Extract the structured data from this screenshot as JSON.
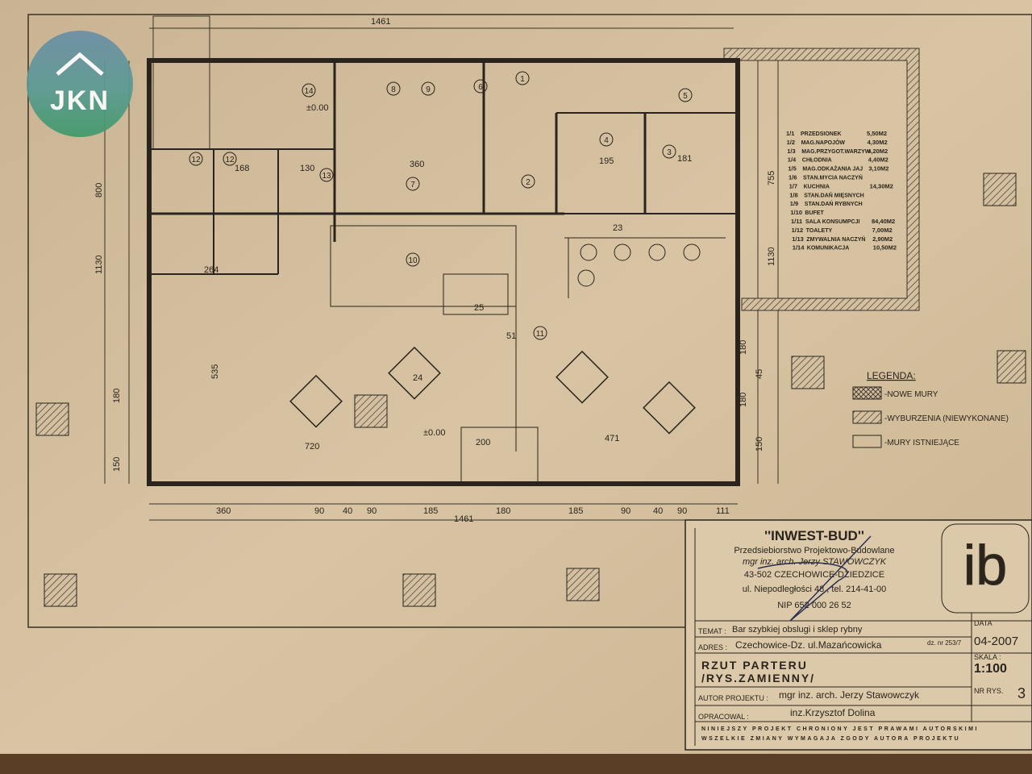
{
  "logo": {
    "text": "JKN"
  },
  "dimensions": {
    "top_total": "1461",
    "bottom_total": "1461",
    "left": [
      "800",
      "1130",
      "180",
      "150",
      "535"
    ],
    "right": [
      "755",
      "1130",
      "180",
      "45",
      "180",
      "150"
    ],
    "bottom": [
      "360",
      "90",
      "40",
      "90",
      "185",
      "180",
      "185",
      "90",
      "40",
      "90",
      "111"
    ],
    "inner": [
      "720",
      "471",
      "200",
      "360",
      "195",
      "181",
      "264",
      "168",
      "130",
      "±0.00",
      "±0.00",
      "23",
      "25",
      "24",
      "51"
    ]
  },
  "rooms": [
    "14",
    "8",
    "9",
    "6",
    "1",
    "5",
    "4",
    "3",
    "7",
    "2",
    "12",
    "12",
    "13",
    "10",
    "11"
  ],
  "room_list": [
    {
      "no": "1/1",
      "name": "PRZEDSIONEK",
      "area": "5,50M2"
    },
    {
      "no": "1/2",
      "name": "MAG.NAPOJÓW",
      "area": "4,30M2"
    },
    {
      "no": "1/3",
      "name": "MAG.PRZYGOT.WARZYW",
      "area": "4,20M2"
    },
    {
      "no": "1/4",
      "name": "CHŁODNIA",
      "area": "4,40M2"
    },
    {
      "no": "1/5",
      "name": "MAG.ODKAŻANIA JAJ",
      "area": "3,10M2"
    },
    {
      "no": "1/6",
      "name": "STAN.MYCIA NACZYŃ",
      "area": ""
    },
    {
      "no": "1/7",
      "name": "KUCHNIA",
      "area": "14,30M2"
    },
    {
      "no": "1/8",
      "name": "STAN.DAŃ MIĘSNYCH",
      "area": ""
    },
    {
      "no": "1/9",
      "name": "STAN.DAŃ RYBNYCH",
      "area": ""
    },
    {
      "no": "1/10",
      "name": "BUFET",
      "area": ""
    },
    {
      "no": "1/11",
      "name": "SALA KONSUMPCJI",
      "area": "84,40M2"
    },
    {
      "no": "1/12",
      "name": "TOALETY",
      "area": "7,00M2"
    },
    {
      "no": "1/13",
      "name": "ZMYWALNIA NACZYŃ",
      "area": "2,90M2"
    },
    {
      "no": "1/14",
      "name": "KOMUNIKACJA",
      "area": "10,50M2"
    }
  ],
  "legend": {
    "title": "LEGENDA:",
    "items": [
      "-NOWE MURY",
      "-WYBURZENIA (NIEWYKONANE)",
      "-MURY ISTNIEJĄCE"
    ]
  },
  "title_block": {
    "company": "''INWEST-BUD''",
    "subtitle": "Przedsiebiorstwo Projektowo-Budowlane",
    "architect": "mgr inz. arch. Jerzy STAWOWCZYK",
    "city": "43-502 CZECHOWICE-DZIEDZICE",
    "street": "ul. Niepodległości 48 , tel. 214-41-00",
    "nip": "NIP 652 000 26 52",
    "temat_label": "TEMAT :",
    "temat": "Bar szybkiej obslugi i sklep rybny",
    "adres_label": "ADRES :",
    "adres": "Czechowice-Dz. ul.Mazańcowicka",
    "plot": "dz. nr 253/7",
    "drawing_title_1": "RZUT PARTERU",
    "drawing_title_2": "/RYS.ZAMIENNY/",
    "autor_label": "AUTOR PROJEKTU :",
    "autor": "mgr inz. arch. Jerzy Stawowczyk",
    "opracowal_label": "OPRACOWAL :",
    "opracowal": "inz.Krzysztof Dolina",
    "data_label": "DATA",
    "data": "04-2007",
    "skala_label": "SKALA :",
    "skala": "1:100",
    "nr_label": "NR RYS.",
    "nr": "3",
    "copyright_1": "NINIEJSZY PROJEKT CHRONIONY JEST PRAWAMI AUTORSKIMI",
    "copyright_2": "WSZELKIE ZMIANY WYMAGAJA ZGODY AUTORA PROJEKTU",
    "logo_mark": "ib"
  }
}
